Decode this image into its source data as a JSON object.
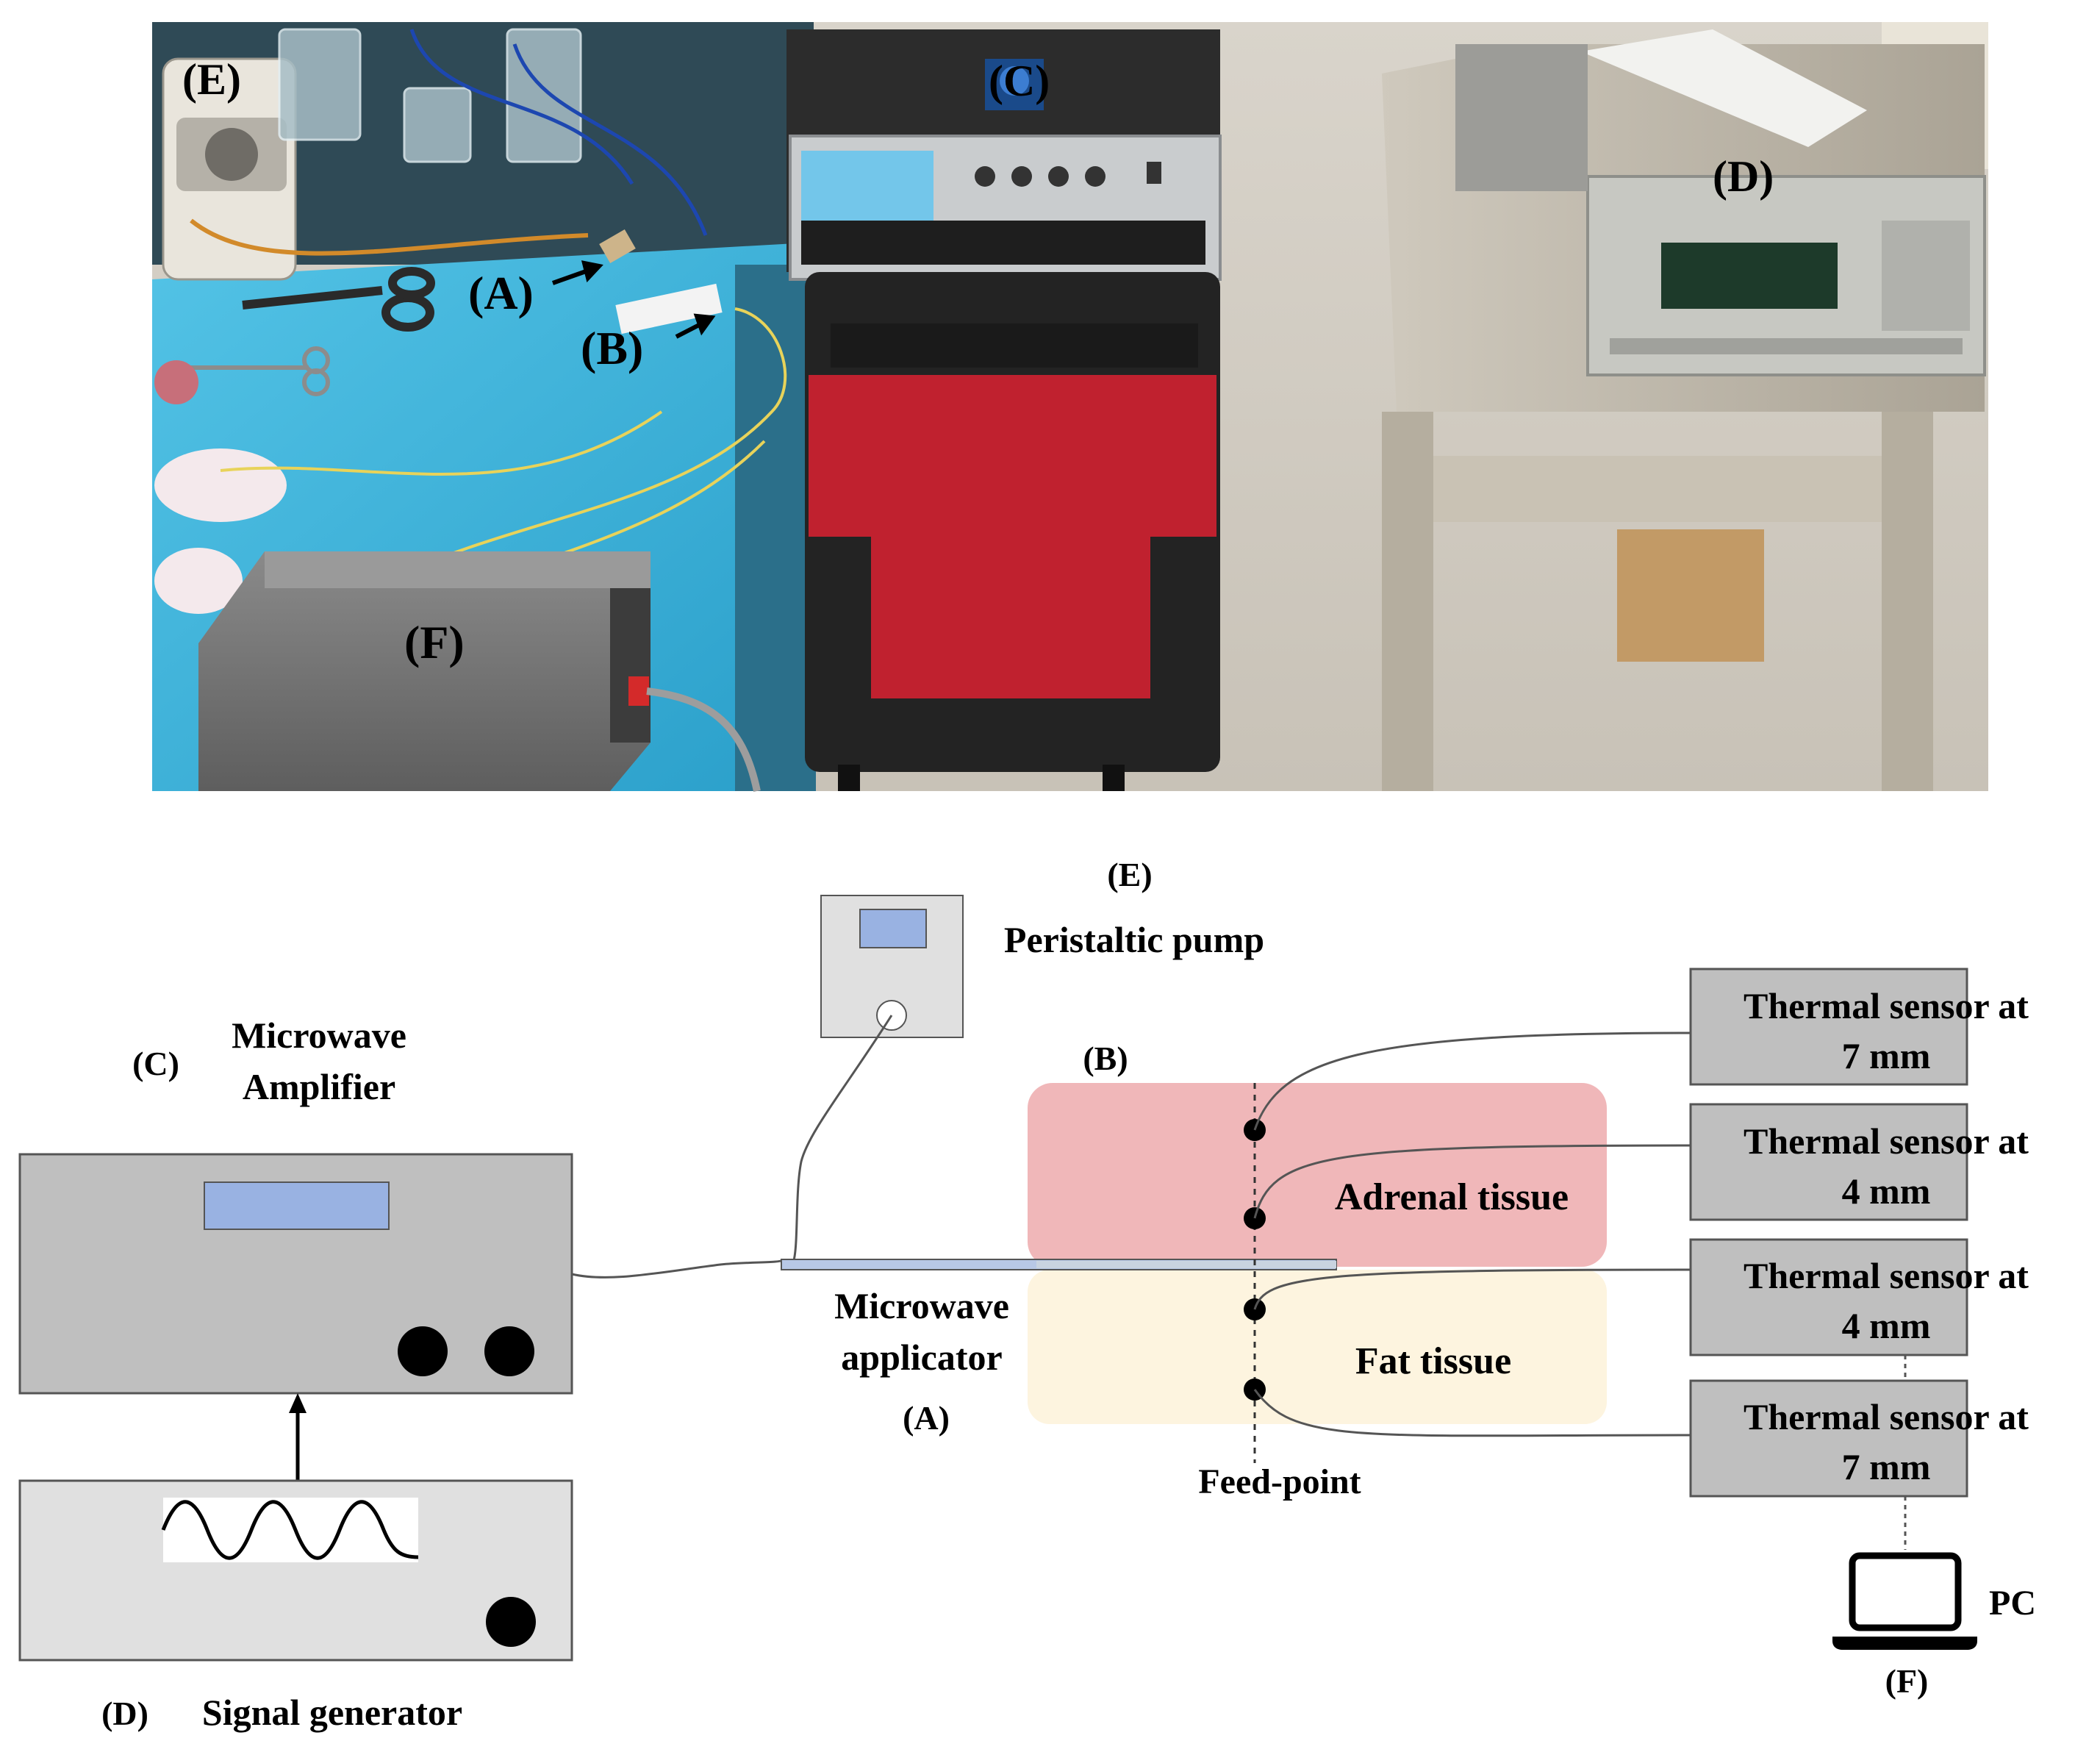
{
  "photo": {
    "labels": {
      "a": "(A)",
      "b": "(B)",
      "c": "(C)",
      "d": "(D)",
      "e": "(E)",
      "f": "(F)"
    }
  },
  "diagram": {
    "pump": {
      "tag": "(E)",
      "name": "Peristaltic pump"
    },
    "amplifier": {
      "tag": "(C)",
      "line1": "Microwave",
      "line2": "Amplifier"
    },
    "generator": {
      "tag": "(D)",
      "name": "Signal generator"
    },
    "applicator": {
      "line1": "Microwave",
      "line2": "applicator",
      "tag": "(A)"
    },
    "tissue": {
      "tag": "(B)",
      "adrenal": "Adrenal tissue",
      "fat": "Fat tissue"
    },
    "feed_point": "Feed-point",
    "sensors": [
      {
        "line1": "Thermal sensor at",
        "line2": "7 mm"
      },
      {
        "line1": "Thermal sensor at",
        "line2": "4 mm"
      },
      {
        "line1": "Thermal sensor at",
        "line2": "4 mm"
      },
      {
        "line1": "Thermal sensor at",
        "line2": "7 mm"
      }
    ],
    "pc": {
      "label": "PC",
      "tag": "(F)"
    }
  },
  "colors": {
    "adrenal": "#f0b7b9",
    "fat": "#fdf4df",
    "screen": "#99b2e2",
    "device_gray": "#bfbfbf",
    "light_gray": "#e0e0e0",
    "table_blue": "#3fb4dc",
    "pump_red": "#c8202e"
  }
}
